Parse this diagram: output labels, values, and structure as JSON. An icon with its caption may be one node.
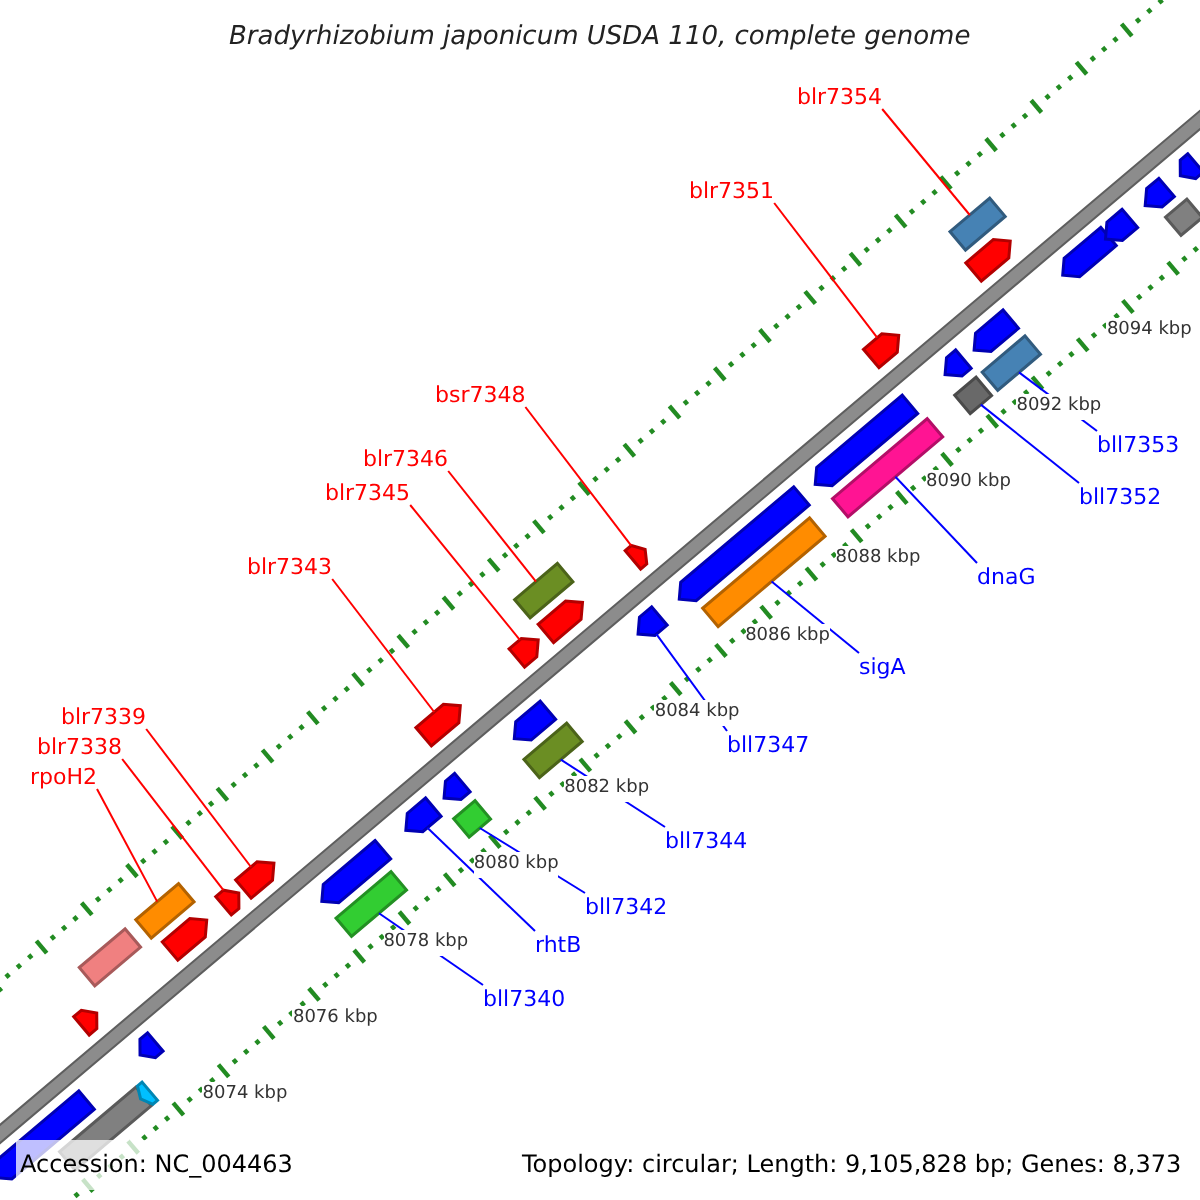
{
  "diagram": {
    "title": "Bradyrhizobium japonicum USDA 110, complete genome",
    "nodes": [
      {
        "text": [
          "rpoH2"
        ]
      },
      {
        "text": [],
        "shape": "bar"
      },
      {
        "text": [
          "blr7338"
        ]
      },
      {
        "text": [],
        "shape": "arrow"
      },
      {
        "text": [
          "blr7339"
        ]
      },
      {
        "text": [],
        "shape": "arrow"
      },
      {
        "text": [
          "blr7343"
        ]
      },
      {
        "text": [],
        "shape": "arrow"
      },
      {
        "text": [
          "blr7345"
        ]
      },
      {
        "text": [],
        "shape": "arrow"
      },
      {
        "text": [
          "blr7346"
        ]
      },
      {
        "text": [],
        "shape": "bar"
      },
      {
        "text": [
          "bsr7348"
        ]
      },
      {
        "text": [],
        "shape": "arrow"
      },
      {
        "text": [
          "blr7351"
        ]
      },
      {
        "text": [],
        "shape": "arrow"
      },
      {
        "text": [
          "blr7354"
        ]
      },
      {
        "text": [],
        "shape": "bar"
      },
      {
        "text": [
          "bll7340"
        ]
      },
      {
        "text": [],
        "shape": "bar"
      },
      {
        "text": [
          "rhtB"
        ]
      },
      {
        "text": [],
        "shape": "arrow"
      },
      {
        "text": [
          "bll7342"
        ]
      },
      {
        "text": [],
        "shape": "bar"
      },
      {
        "text": [
          "bll7344"
        ]
      },
      {
        "text": [],
        "shape": "bar"
      },
      {
        "text": [
          "bll7347"
        ]
      },
      {
        "text": [],
        "shape": "arrow"
      },
      {
        "text": [
          "sigA"
        ]
      },
      {
        "text": [],
        "shape": "bar"
      },
      {
        "text": [
          "dnaG"
        ]
      },
      {
        "text": [],
        "shape": "bar"
      },
      {
        "text": [
          "bll7352"
        ]
      },
      {
        "text": [],
        "shape": "bar"
      },
      {
        "text": [
          "bll7353"
        ]
      },
      {
        "text": [],
        "shape": "bar"
      },
      {
        "text": [],
        "shape": "arrow"
      },
      {
        "text": [],
        "shape": "bar"
      },
      {
        "text": [],
        "shape": "arrow"
      },
      {
        "text": [],
        "shape": "arrow"
      },
      {
        "text": [],
        "shape": "arrow"
      },
      {
        "text": [],
        "shape": "bar"
      },
      {
        "text": [],
        "shape": "arrow"
      },
      {
        "text": [],
        "shape": "arrow"
      },
      {
        "text": [],
        "shape": "arrow"
      },
      {
        "text": [],
        "shape": "arrow"
      },
      {
        "text": [],
        "shape": "arrow"
      },
      {
        "text": [],
        "shape": "arrow"
      },
      {
        "text": [],
        "shape": "arrow"
      },
      {
        "text": [],
        "shape": "arrow"
      },
      {
        "text": [],
        "shape": "arrow"
      },
      {
        "text": [],
        "shape": "arrow"
      },
      {
        "text": [],
        "shape": "arrow"
      },
      {
        "text": [],
        "shape": "arrow"
      },
      {
        "text": [],
        "shape": "arrow"
      },
      {
        "text": [],
        "shape": "bar"
      },
      {
        "text": [],
        "shape": "arrow"
      }
    ],
    "edges": [
      {
        "from": 0,
        "to": 1,
        "arrow": "none",
        "color": "#ff0000"
      },
      {
        "from": 2,
        "to": 3,
        "arrow": "none",
        "color": "#ff0000"
      },
      {
        "from": 4,
        "to": 5,
        "arrow": "none",
        "color": "#ff0000"
      },
      {
        "from": 6,
        "to": 7,
        "arrow": "none",
        "color": "#ff0000"
      },
      {
        "from": 8,
        "to": 9,
        "arrow": "none",
        "color": "#ff0000"
      },
      {
        "from": 10,
        "to": 11,
        "arrow": "none",
        "color": "#ff0000"
      },
      {
        "from": 12,
        "to": 13,
        "arrow": "none",
        "color": "#ff0000"
      },
      {
        "from": 14,
        "to": 15,
        "arrow": "none",
        "color": "#ff0000"
      },
      {
        "from": 16,
        "to": 17,
        "arrow": "none",
        "color": "#ff0000"
      },
      {
        "from": 18,
        "to": 19,
        "arrow": "none",
        "color": "#0000ff"
      },
      {
        "from": 20,
        "to": 21,
        "arrow": "none",
        "color": "#0000ff"
      },
      {
        "from": 22,
        "to": 23,
        "arrow": "none",
        "color": "#0000ff"
      },
      {
        "from": 24,
        "to": 25,
        "arrow": "none",
        "color": "#0000ff"
      },
      {
        "from": 26,
        "to": 27,
        "arrow": "none",
        "color": "#0000ff"
      },
      {
        "from": 28,
        "to": 29,
        "arrow": "none",
        "color": "#0000ff"
      },
      {
        "from": 30,
        "to": 31,
        "arrow": "none",
        "color": "#0000ff"
      },
      {
        "from": 32,
        "to": 33,
        "arrow": "none",
        "color": "#0000ff"
      },
      {
        "from": 34,
        "to": 35,
        "arrow": "none",
        "color": "#0000ff"
      }
    ],
    "labels": [
      "8094 kbp",
      "8092 kbp",
      "8090 kbp",
      "8088 kbp",
      "8086 kbp",
      "8084 kbp",
      "8082 kbp",
      "8080 kbp",
      "8078 kbp",
      "8076 kbp",
      "8074 kbp",
      "Accession: NC_004463",
      "Topology: circular; Length: 9,105,828 bp; Genes: 8,373"
    ]
  }
}
